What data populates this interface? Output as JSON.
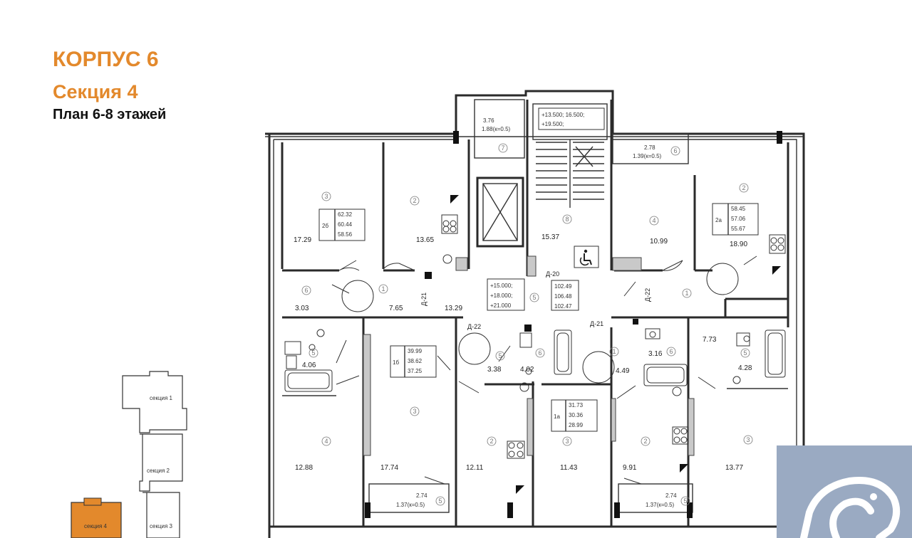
{
  "header": {
    "building": "КОРПУС 6",
    "section": "Секция 4",
    "plan": "План 6-8 этажей"
  },
  "rooms": [
    {
      "area": "17.29",
      "num": "3"
    },
    {
      "area": "13.65",
      "num": "2"
    },
    {
      "area": "15.37",
      "num": "8"
    },
    {
      "area": "10.99",
      "num": "4"
    },
    {
      "area": "18.90",
      "num": "2"
    },
    {
      "area": "3.03",
      "num": "6"
    },
    {
      "area": "7.65",
      "num": "1"
    },
    {
      "area": "13.29",
      "num": "5"
    },
    {
      "area": "4.06",
      "num": "5"
    },
    {
      "area": "3.38",
      "num": "5"
    },
    {
      "area": "4.02",
      "num": "6"
    },
    {
      "area": "4.49",
      "num": "1"
    },
    {
      "area": "3.16",
      "num": "6"
    },
    {
      "area": "7.73",
      "num": "1"
    },
    {
      "area": "4.28",
      "num": "5"
    },
    {
      "area": "12.88",
      "num": "4"
    },
    {
      "area": "17.74",
      "num": "3"
    },
    {
      "area": "12.11",
      "num": "2"
    },
    {
      "area": "11.43",
      "num": "3"
    },
    {
      "area": "9.91",
      "num": "2"
    },
    {
      "area": "13.77",
      "num": "3"
    }
  ],
  "balconies": [
    {
      "area": "3.76",
      "coef": "1.88(к=0.5)",
      "num": "7"
    },
    {
      "area": "2.78",
      "coef": "1.39(к=0.5)",
      "num": "6"
    },
    {
      "area": "2.74",
      "coef": "1.37(к=0.5)",
      "num": "5"
    },
    {
      "area": "2.74",
      "coef": "1.37(к=0.5)",
      "num": "5"
    }
  ],
  "apartments": [
    {
      "rooms": "2б",
      "a": "62.32",
      "b": "60.44",
      "c": "58.56"
    },
    {
      "rooms": "2а",
      "a": "58.45",
      "b": "57.06",
      "c": "55.67"
    },
    {
      "rooms": "1б",
      "a": "39.99",
      "b": "38.62",
      "c": "37.25"
    },
    {
      "rooms": "1а",
      "a": "31.73",
      "b": "30.36",
      "c": "28.99"
    }
  ],
  "levels": {
    "stair": [
      "+13.500; 16.500;",
      "+19.500;"
    ],
    "corridor": [
      "+15.000;",
      "+18.000;",
      "+21.000"
    ],
    "corridor_areas": [
      "102.49",
      "106.48",
      "102.47"
    ]
  },
  "doors": [
    "Д-21",
    "Д-20",
    "Д-22",
    "Д-22",
    "Д-21"
  ],
  "key_plan": {
    "sections": [
      "секция 1",
      "секция 2",
      "секция 3",
      "секция 4"
    ],
    "highlight_color": "#e3892c"
  },
  "colors": {
    "accent": "#e3892c",
    "logo": "#9aaac2"
  }
}
